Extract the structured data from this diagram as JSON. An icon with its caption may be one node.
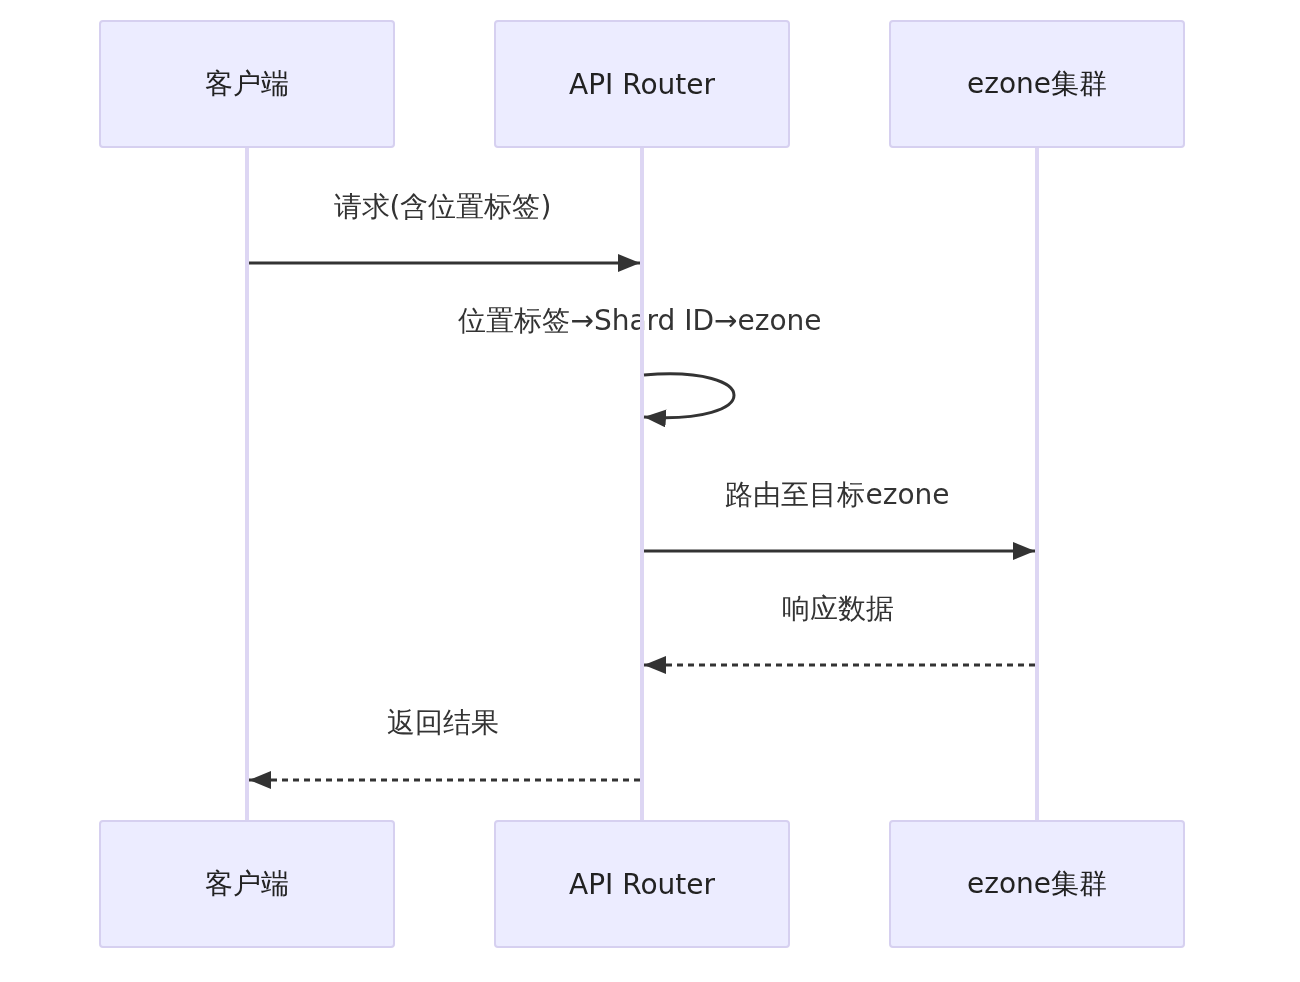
{
  "diagram": {
    "nodes": [
      {
        "text": [
          "客户端"
        ]
      },
      {
        "text": [
          "API Router"
        ]
      },
      {
        "text": [
          "ezone集群"
        ]
      },
      {
        "text": [],
        "shape": "bar"
      },
      {
        "text": [],
        "shape": "bar"
      },
      {
        "text": [],
        "shape": "bar"
      },
      {
        "text": [
          "客户端"
        ]
      },
      {
        "text": [
          "API Router"
        ]
      },
      {
        "text": [
          "ezone集群"
        ]
      }
    ],
    "edges": [
      {
        "from": 3,
        "to": 4,
        "arrow": "to",
        "label": "请求(含位置标签)"
      },
      {
        "from": 4,
        "to": 4,
        "arrow": "to",
        "label": "位置标签→Shard ID→ezone"
      },
      {
        "from": 4,
        "to": 5,
        "arrow": "to",
        "label": "路由至目标ezone"
      },
      {
        "from": 5,
        "to": 4,
        "arrow": "to",
        "label": "响应数据",
        "style": "dashed"
      },
      {
        "from": 4,
        "to": 3,
        "arrow": "to",
        "label": "返回结果",
        "style": "dashed"
      }
    ]
  }
}
